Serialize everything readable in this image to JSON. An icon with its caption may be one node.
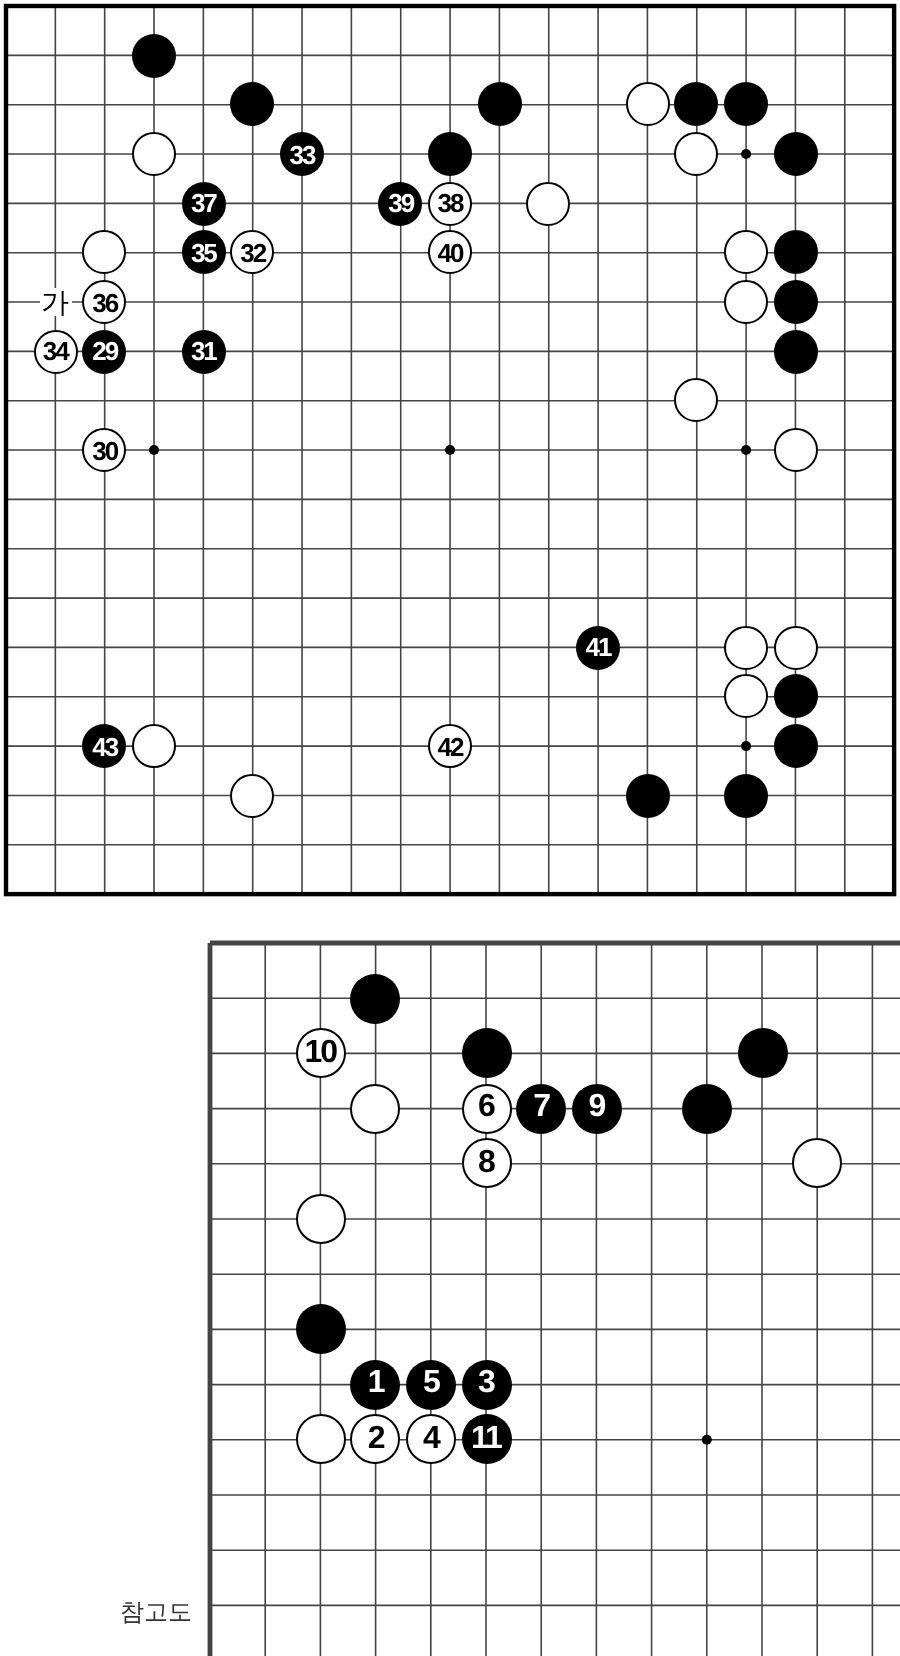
{
  "diagram": {
    "nodes": [
      {
        "text": [],
        "shape": "circle"
      },
      {
        "text": [],
        "shape": "circle"
      },
      {
        "text": [],
        "shape": "circle"
      },
      {
        "text": [],
        "shape": "circle"
      },
      {
        "text": [],
        "shape": "circle"
      },
      {
        "text": [],
        "shape": "circle"
      },
      {
        "text": [],
        "shape": "circle"
      },
      {
        "text": [
          "33"
        ]
      },
      {
        "text": [],
        "shape": "circle"
      },
      {
        "text": [],
        "shape": "circle"
      },
      {
        "text": [],
        "shape": "circle"
      },
      {
        "text": [
          "37"
        ]
      },
      {
        "text": [
          "39"
        ]
      },
      {
        "text": [
          "38"
        ]
      },
      {
        "text": [],
        "shape": "circle"
      },
      {
        "text": [],
        "shape": "circle"
      },
      {
        "text": [
          "35"
        ]
      },
      {
        "text": [
          "32"
        ]
      },
      {
        "text": [
          "40"
        ]
      },
      {
        "text": [],
        "shape": "circle"
      },
      {
        "text": [],
        "shape": "circle"
      },
      {
        "text": [
          "36"
        ]
      },
      {
        "text": [],
        "shape": "circle"
      },
      {
        "text": [],
        "shape": "circle"
      },
      {
        "text": [
          "34"
        ]
      },
      {
        "text": [
          "29"
        ]
      },
      {
        "text": [
          "31"
        ]
      },
      {
        "text": [],
        "shape": "circle"
      },
      {
        "text": [],
        "shape": "circle"
      },
      {
        "text": [
          "30"
        ]
      },
      {
        "text": [],
        "shape": "circle"
      },
      {
        "text": [
          "41"
        ]
      },
      {
        "text": [],
        "shape": "circle"
      },
      {
        "text": [],
        "shape": "circle"
      },
      {
        "text": [],
        "shape": "circle"
      },
      {
        "text": [],
        "shape": "circle"
      },
      {
        "text": [
          "43"
        ]
      },
      {
        "text": [],
        "shape": "circle"
      },
      {
        "text": [
          "42"
        ]
      },
      {
        "text": [],
        "shape": "circle"
      },
      {
        "text": [],
        "shape": "circle"
      },
      {
        "text": [],
        "shape": "circle"
      },
      {
        "text": [],
        "shape": "circle"
      },
      {
        "text": [],
        "shape": "circle"
      },
      {
        "text": [
          "10"
        ]
      },
      {
        "text": [],
        "shape": "circle"
      },
      {
        "text": [],
        "shape": "circle"
      },
      {
        "text": [],
        "shape": "circle"
      },
      {
        "text": [
          "6"
        ]
      },
      {
        "text": [
          "7"
        ]
      },
      {
        "text": [
          "9"
        ]
      },
      {
        "text": [],
        "shape": "circle"
      },
      {
        "text": [
          "8"
        ]
      },
      {
        "text": [],
        "shape": "circle"
      },
      {
        "text": [],
        "shape": "circle"
      },
      {
        "text": [],
        "shape": "circle"
      },
      {
        "text": [
          "1"
        ]
      },
      {
        "text": [
          "5"
        ]
      },
      {
        "text": [
          "3"
        ]
      },
      {
        "text": [],
        "shape": "circle"
      },
      {
        "text": [
          "2"
        ]
      },
      {
        "text": [
          "4"
        ]
      },
      {
        "text": [
          "11"
        ]
      }
    ],
    "labels": [
      "가",
      "참고도"
    ]
  }
}
